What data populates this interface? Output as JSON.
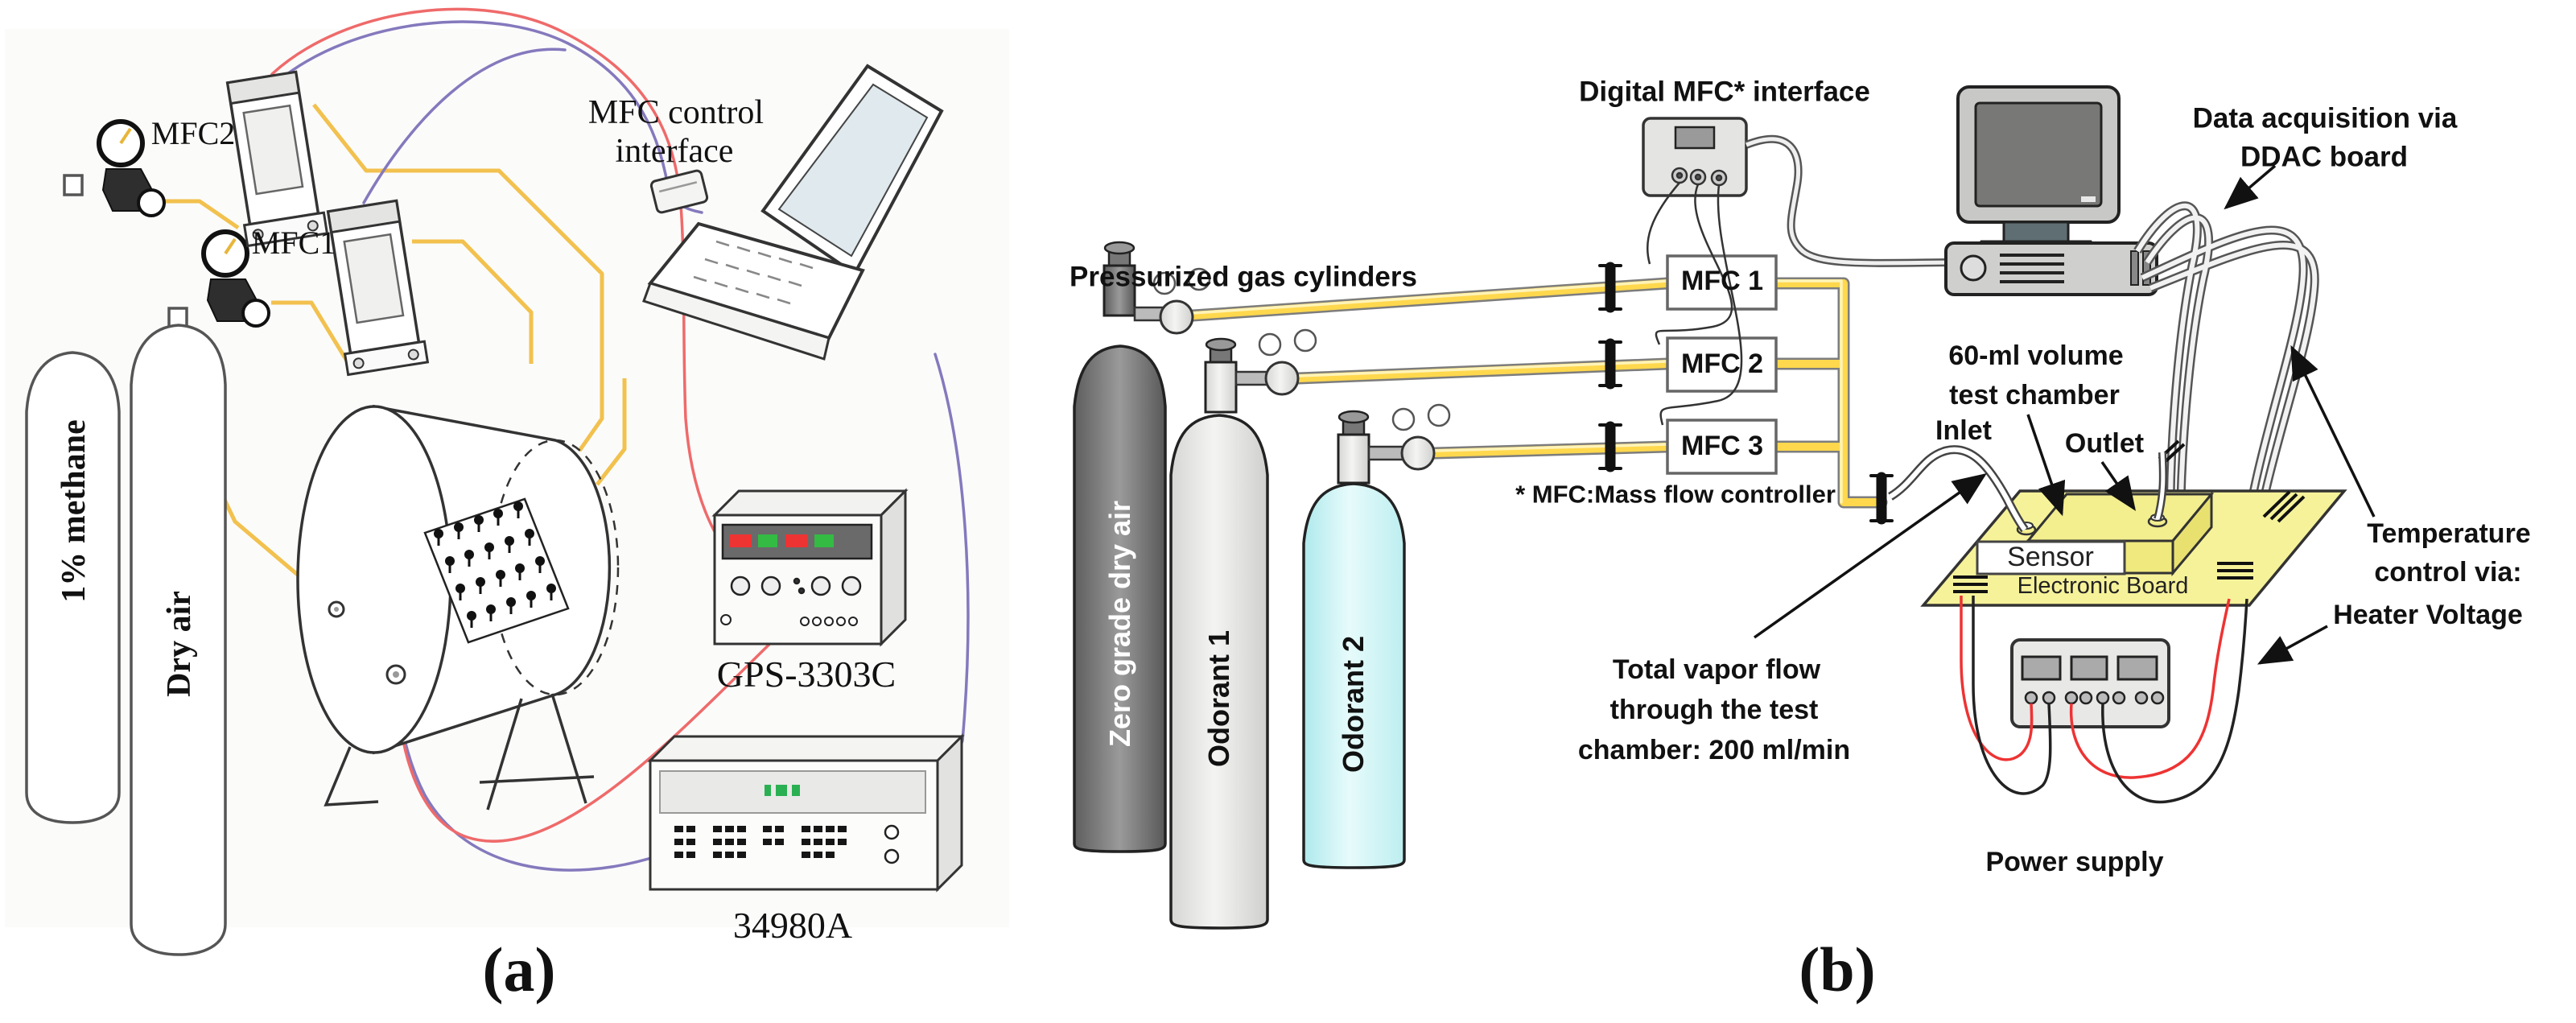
{
  "figure": {
    "caption_a": "(a)",
    "caption_b": "(b)"
  },
  "panel_a": {
    "labels": {
      "mfc2": "MFC2",
      "mfc1": "MFC1",
      "methane_cylinder": "1% methane",
      "dry_air_cylinder": "Dry air",
      "control_interface_line1": "MFC control",
      "control_interface_line2": "interface",
      "power_supply_model": "GPS-3303C",
      "daq_model": "34980A"
    }
  },
  "panel_b": {
    "labels": {
      "pressurized": "Pressurized gas cylinders",
      "digital_interface": "Digital MFC* interface",
      "data_acq_line1": "Data acquisition via",
      "data_acq_line2": "DDAC board",
      "zero_air": "Zero grade dry air",
      "odorant1": "Odorant 1",
      "odorant2": "Odorant 2",
      "mfc1": "MFC 1",
      "mfc2": "MFC 2",
      "mfc3": "MFC 3",
      "footnote": "* MFC:Mass flow controller",
      "chamber_line1": "60-ml volume",
      "chamber_line2": "test chamber",
      "inlet": "Inlet",
      "outlet": "Outlet",
      "sensor": "Sensor",
      "electronic_board": "Electronic Board",
      "flow_line1": "Total vapor flow",
      "flow_line2": "through the test",
      "flow_line3": "chamber: 200 ml/min",
      "temp_line1": "Temperature",
      "temp_line2": "control via:",
      "temp_line3": "Heater Voltage",
      "power_supply": "Power supply"
    }
  },
  "colors": {
    "tube_yellow": "#ffd84d",
    "tube_outline": "#7d7d7d",
    "board_yellow": "#f6f29a",
    "chamber_yellow": "#f3ee8e",
    "odorant2_cyan": "#c9f2f2",
    "wire_red": "#ee3333",
    "wire_red_soft": "#ef6a6a",
    "wire_purple": "#8579bd",
    "display_green": "#33bb44",
    "display_red": "#ee3333"
  }
}
